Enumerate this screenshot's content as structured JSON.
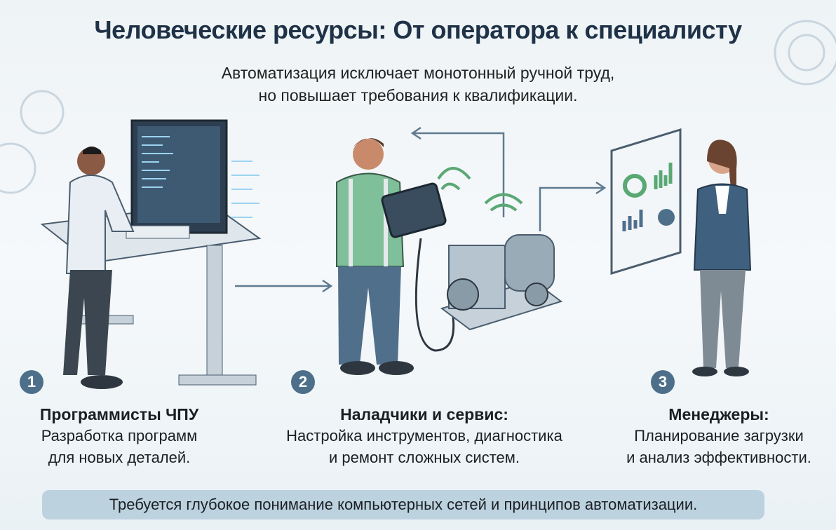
{
  "header": {
    "title": "Человеческие ресурсы: От оператора к специалисту",
    "subtitle_lines": [
      "Автоматизация исключает монотонный ручной труд,",
      "но повышает требования к квалификации."
    ]
  },
  "roles": [
    {
      "number": "1",
      "title": "Программисты ЧПУ",
      "desc_lines": [
        "Разработка программ",
        "для новых деталей."
      ],
      "icon": "programmer-at-computer"
    },
    {
      "number": "2",
      "title": "Наладчики и сервис:",
      "desc_lines": [
        "Настройка инструментов, диагностика",
        "и ремонт сложных систем."
      ],
      "icon": "technician-with-tablet-and-machine"
    },
    {
      "number": "3",
      "title": "Менеджеры:",
      "desc_lines": [
        "Планирование загрузки",
        "и анализ эффективности."
      ],
      "icon": "manager-with-dashboard"
    }
  ],
  "footer": {
    "banner": "Требуется глубокое понимание компьютерных сетей и принципов автоматизации."
  },
  "colors": {
    "title": "#1f3247",
    "badge": "#4d6f8a",
    "banner": "#bcd2df",
    "vest": "#7fbf9a"
  }
}
